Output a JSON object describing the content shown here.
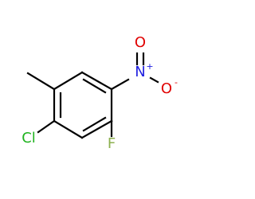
{
  "molecule": {
    "atoms": {
      "chlorine": "Cl",
      "fluorine": "F",
      "nitrogen": "N",
      "nitrogen_charge": "+",
      "oxygen_top": "O",
      "oxygen_right": "O",
      "oxygen_right_charge": "-"
    },
    "colors": {
      "bond": "#000000",
      "chlorine": "#1fb31f",
      "fluorine": "#8db04f",
      "nitrogen": "#1f1fe0",
      "oxygen": "#e00000"
    }
  }
}
